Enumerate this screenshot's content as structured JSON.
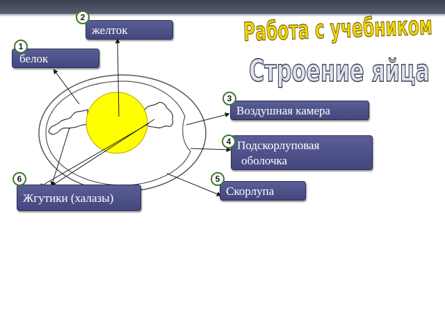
{
  "titles": {
    "main": "Работа с учебником",
    "sub": "Строение яйца"
  },
  "labels": [
    {
      "num": "1",
      "text": "белок"
    },
    {
      "num": "2",
      "text": "желток"
    },
    {
      "num": "3",
      "text": "Воздушная камера"
    },
    {
      "num": "4",
      "text_line1": "Подскорлуповая",
      "text_line2": "оболочка"
    },
    {
      "num": "5",
      "text": "Скорлупа"
    },
    {
      "num": "6",
      "text": "Жгутики (халазы)"
    }
  ],
  "colors": {
    "label_fill": "#4d5088",
    "title_fill": "#f2d60a",
    "subtitle_fill": "#dfe3ee",
    "yolk": "#ffff00",
    "badge_border": "#3a7a2a"
  }
}
